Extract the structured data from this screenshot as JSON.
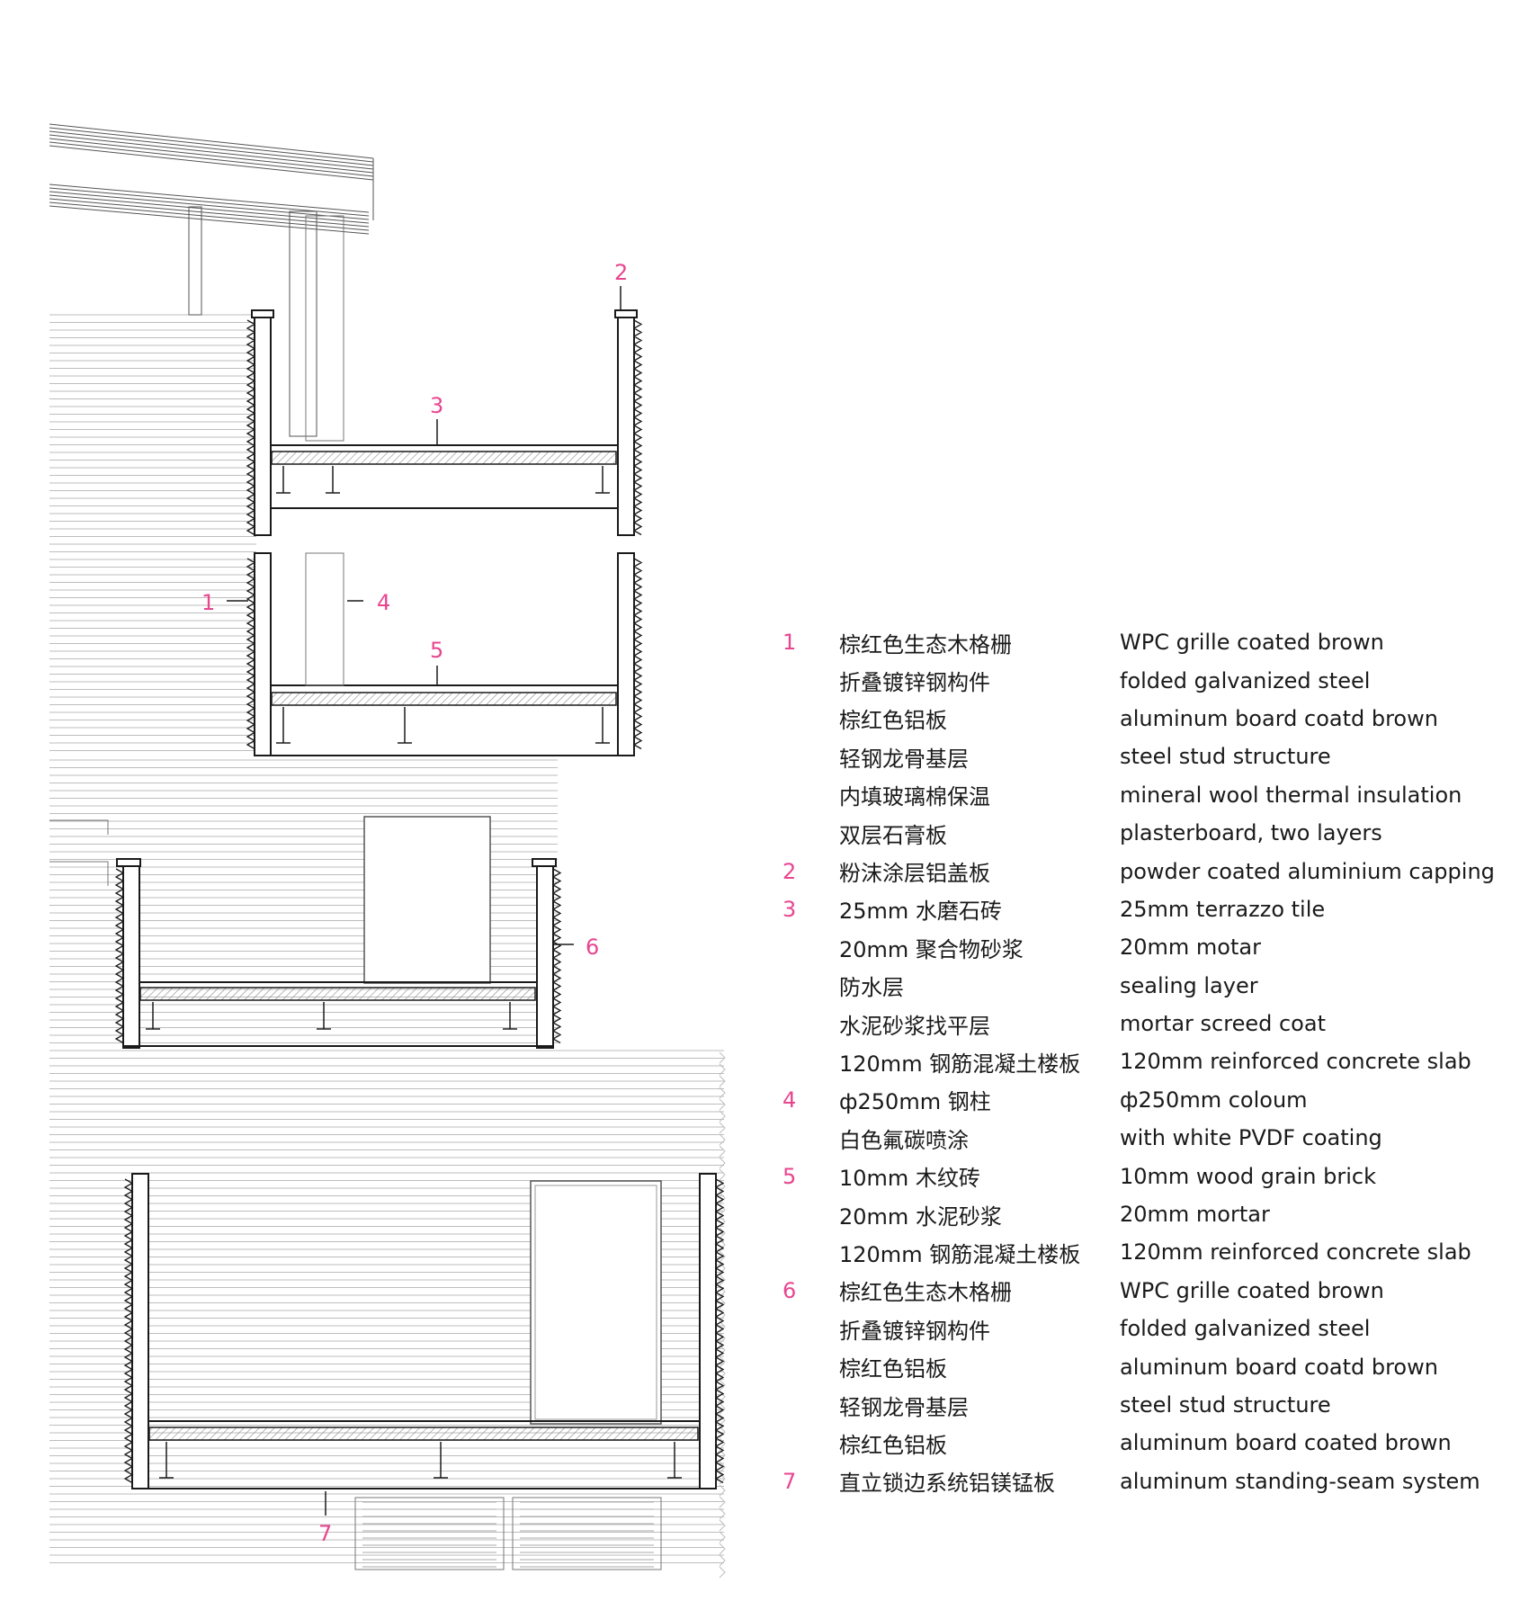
{
  "colors": {
    "accent": "#e8468f",
    "line": "#1a1a1a",
    "siding": "#bdbdbd",
    "hatch": "#8a8a8a"
  },
  "callouts": [
    {
      "id": "c1",
      "text": "1"
    },
    {
      "id": "c2",
      "text": "2"
    },
    {
      "id": "c3",
      "text": "3"
    },
    {
      "id": "c4",
      "text": "4"
    },
    {
      "id": "c5",
      "text": "5"
    },
    {
      "id": "c6",
      "text": "6"
    },
    {
      "id": "c7",
      "text": "7"
    }
  ],
  "legend": [
    {
      "num": "1",
      "cn": "棕红色生态木格栅",
      "en": "WPC grille coated brown"
    },
    {
      "num": "",
      "cn": "折叠镀锌钢构件",
      "en": "folded galvanized steel"
    },
    {
      "num": "",
      "cn": "棕红色铝板",
      "en": "aluminum board coatd brown"
    },
    {
      "num": "",
      "cn": "轻钢龙骨基层",
      "en": "steel stud structure"
    },
    {
      "num": "",
      "cn": "内填玻璃棉保温",
      "en": "mineral wool thermal insulation"
    },
    {
      "num": "",
      "cn": "双层石膏板",
      "en": "plasterboard, two layers"
    },
    {
      "num": "2",
      "cn": "粉沫涂层铝盖板",
      "en": "powder coated aluminium capping"
    },
    {
      "num": "3",
      "cn": "25mm 水磨石砖",
      "en": "25mm terrazzo tile"
    },
    {
      "num": "",
      "cn": "20mm 聚合物砂浆",
      "en": "20mm motar"
    },
    {
      "num": "",
      "cn": "防水层",
      "en": "sealing layer"
    },
    {
      "num": "",
      "cn": "水泥砂浆找平层",
      "en": "mortar screed coat"
    },
    {
      "num": "",
      "cn": "120mm 钢筋混凝土楼板",
      "en": "120mm reinforced concrete slab"
    },
    {
      "num": "4",
      "cn": "ф250mm 钢柱",
      "en": "ф250mm coloum"
    },
    {
      "num": "",
      "cn": "白色氟碳喷涂",
      "en": "with white PVDF coating"
    },
    {
      "num": "5",
      "cn": "10mm 木纹砖",
      "en": "10mm wood grain brick"
    },
    {
      "num": "",
      "cn": "20mm 水泥砂浆",
      "en": "20mm mortar"
    },
    {
      "num": "",
      "cn": "120mm 钢筋混凝土楼板",
      "en": "120mm reinforced concrete slab"
    },
    {
      "num": "6",
      "cn": "棕红色生态木格栅",
      "en": "WPC grille coated brown"
    },
    {
      "num": "",
      "cn": "折叠镀锌钢构件",
      "en": "folded galvanized steel"
    },
    {
      "num": "",
      "cn": "棕红色铝板",
      "en": "aluminum board coatd brown"
    },
    {
      "num": "",
      "cn": "轻钢龙骨基层",
      "en": "steel stud structure"
    },
    {
      "num": "",
      "cn": "棕红色铝板",
      "en": "aluminum board coated brown"
    },
    {
      "num": "7",
      "cn": "直立锁边系统铝镁锰板",
      "en": "aluminum standing-seam system"
    }
  ]
}
